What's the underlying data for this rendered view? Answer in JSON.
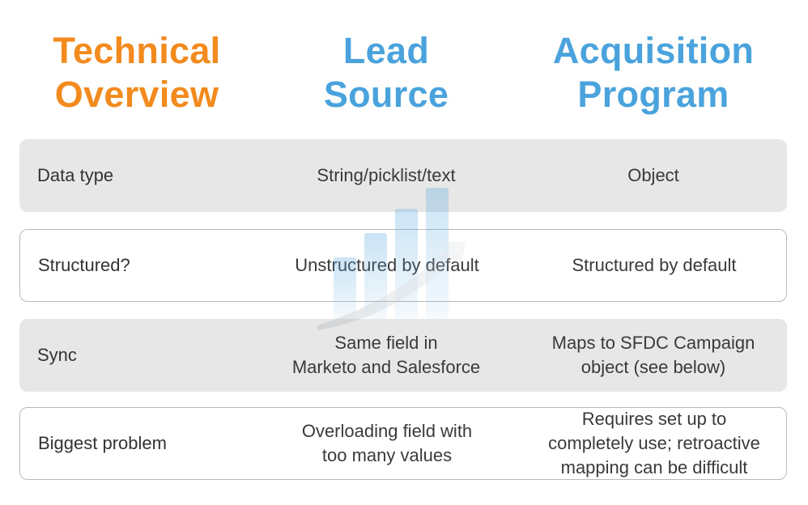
{
  "headers": {
    "technical": "Technical\nOverview",
    "lead_source": "Lead\nSource",
    "acquisition": "Acquisition\nProgram"
  },
  "rows": [
    {
      "label": "Data type",
      "lead_source": "String/picklist/text",
      "acquisition": "Object"
    },
    {
      "label": "Structured?",
      "lead_source": "Unstructured by default",
      "acquisition": "Structured by default"
    },
    {
      "label": "Sync",
      "lead_source": "Same field in\nMarketo and Salesforce",
      "acquisition": "Maps to SFDC Campaign\nobject (see below)"
    },
    {
      "label": "Biggest problem",
      "lead_source": "Overloading field with\ntoo many values",
      "acquisition": "Requires set up to\ncompletely use; retroactive\nmapping can be difficult"
    }
  ],
  "colors": {
    "technical_header": "#f28a1e",
    "column_header": "#4aa3dc",
    "row_fill": "#e7e7e7",
    "row_border": "#b9b9b9"
  },
  "watermark_icon": "bar-chart-arrow-icon"
}
